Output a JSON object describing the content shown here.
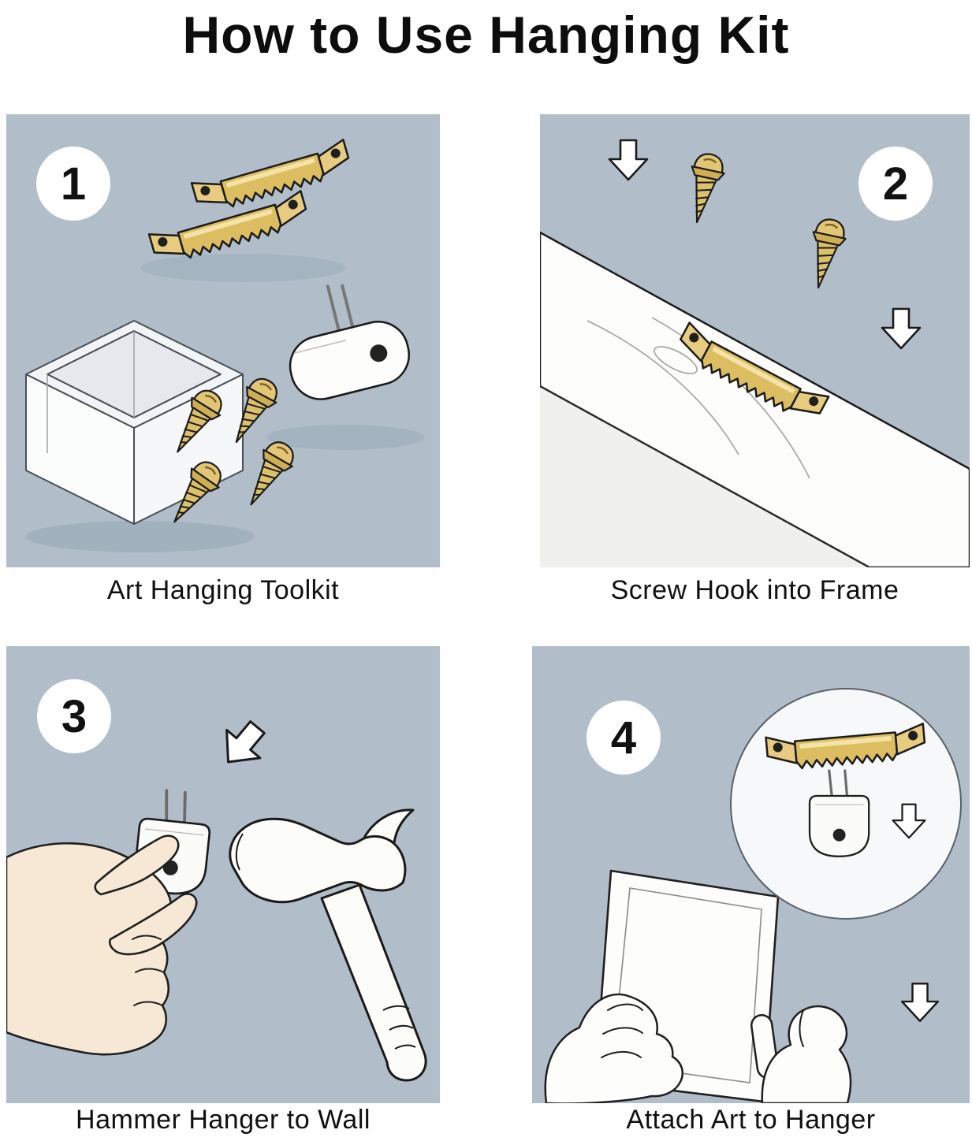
{
  "title": "How to Use Hanging Kit",
  "panels": [
    {
      "step": "1",
      "caption": "Art Hanging Toolkit"
    },
    {
      "step": "2",
      "caption": "Screw Hook into Frame"
    },
    {
      "step": "3",
      "caption": "Hammer Hanger to Wall"
    },
    {
      "step": "4",
      "caption": "Attach Art to Hanger"
    }
  ],
  "colors": {
    "panel_background": "#b1bec9",
    "brass": "#dcbd62",
    "outline": "#1b1b1b",
    "arrow_fill": "#ffffff",
    "skin": "#f6e8d4"
  }
}
